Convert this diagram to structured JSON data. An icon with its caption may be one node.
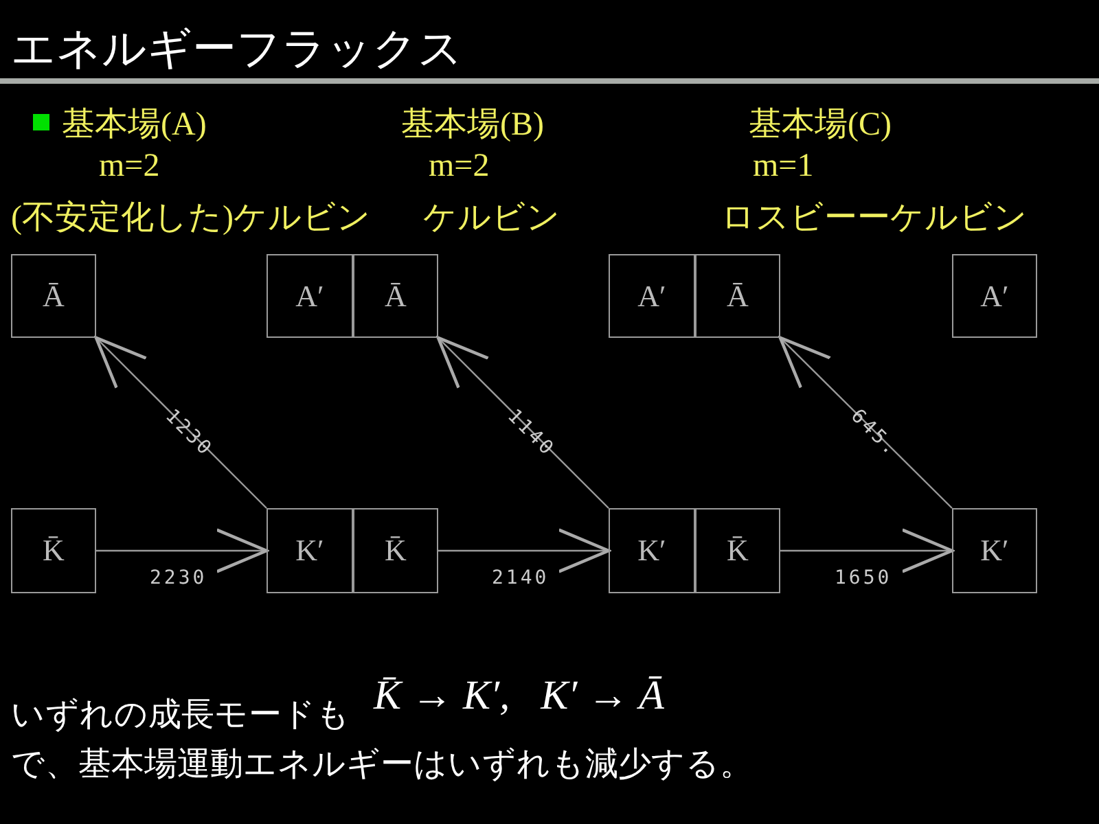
{
  "diagram": {
    "title": "エネルギーフラックス",
    "nodes": [
      {
        "text": [
          "Ā"
        ]
      },
      {
        "text": [
          "A′"
        ]
      },
      {
        "text": [
          "Ā"
        ]
      },
      {
        "text": [
          "A′"
        ]
      },
      {
        "text": [
          "Ā"
        ]
      },
      {
        "text": [
          "A′"
        ]
      },
      {
        "text": [
          "K̄"
        ]
      },
      {
        "text": [
          "K′"
        ]
      },
      {
        "text": [
          "K̄"
        ]
      },
      {
        "text": [
          "K′"
        ]
      },
      {
        "text": [
          "K̄"
        ]
      },
      {
        "text": [
          "K′"
        ]
      }
    ],
    "edges": [
      {
        "from": 6,
        "to": 7,
        "arrow": "to",
        "label": "2230"
      },
      {
        "from": 7,
        "to": 0,
        "arrow": "to",
        "label": "1230"
      },
      {
        "from": 8,
        "to": 9,
        "arrow": "to",
        "label": "2140"
      },
      {
        "from": 9,
        "to": 2,
        "arrow": "to",
        "label": "1140"
      },
      {
        "from": 10,
        "to": 11,
        "arrow": "to",
        "label": "1650"
      },
      {
        "from": 11,
        "to": 4,
        "arrow": "to",
        "label": "645."
      }
    ],
    "labels": [
      "基本場(A)",
      "基本場(B)",
      "基本場(C)",
      "m=2",
      "m=2",
      "m=1",
      "(不安定化した)ケルビン",
      "ケルビン",
      "ロスビーーケルビン",
      "いずれの成長モードも",
      "K̄ → K′,   K′ → Ā",
      "で、基本場運動エネルギーはいずれも減少する。"
    ]
  }
}
